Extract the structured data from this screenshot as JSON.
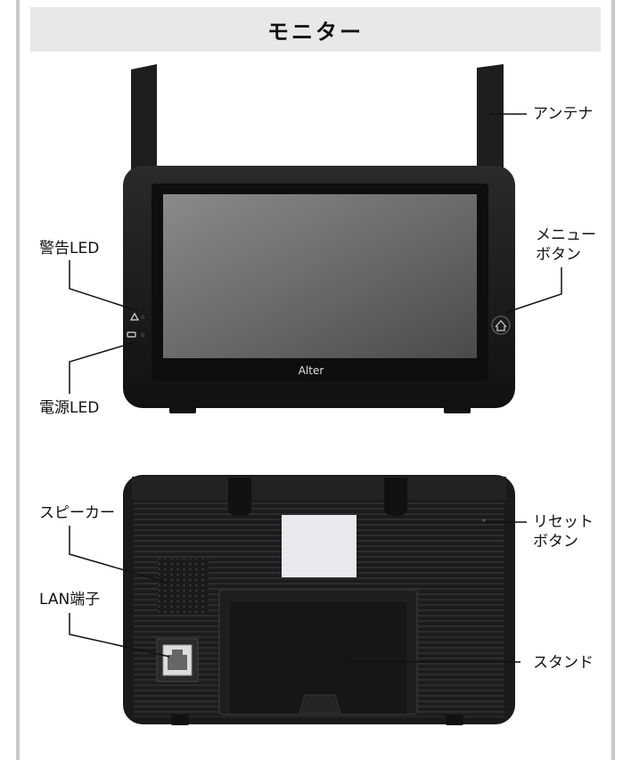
{
  "title": "モニター",
  "brand": "Alter",
  "labels": {
    "antenna": "アンテナ",
    "warning_led": "警告LED",
    "menu_button_1": "メニュー",
    "menu_button_2": "ボタン",
    "power_led": "電源LED",
    "speaker": "スピーカー",
    "reset_button_1": "リセット",
    "reset_button_2": "ボタン",
    "lan_port": "LAN端子",
    "stand": "スタンド"
  }
}
